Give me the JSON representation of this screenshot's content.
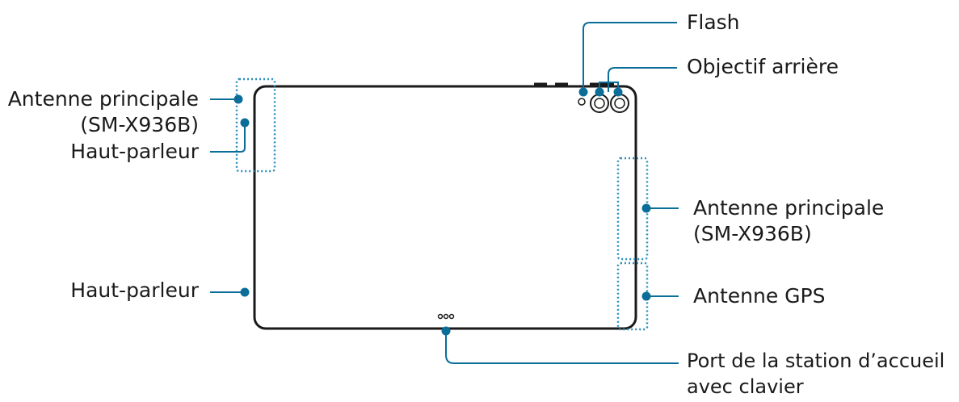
{
  "labels": {
    "flash": "Flash",
    "rear_lens": "Objectif arrière",
    "main_antenna_left_1": "Antenne principale",
    "main_antenna_left_2": "(SM-X936B)",
    "speaker_top": "Haut-parleur",
    "speaker_bottom": "Haut-parleur",
    "main_antenna_right_1": "Antenne principale",
    "main_antenna_right_2": "(SM-X936B)",
    "gps_antenna": "Antenne GPS",
    "dock_port_1": "Port de la station d’accueil",
    "dock_port_2": "avec clavier"
  },
  "colors": {
    "callout": "#0a6e99",
    "outline": "#1a1a1a",
    "dotted": "#2a8fbf"
  }
}
